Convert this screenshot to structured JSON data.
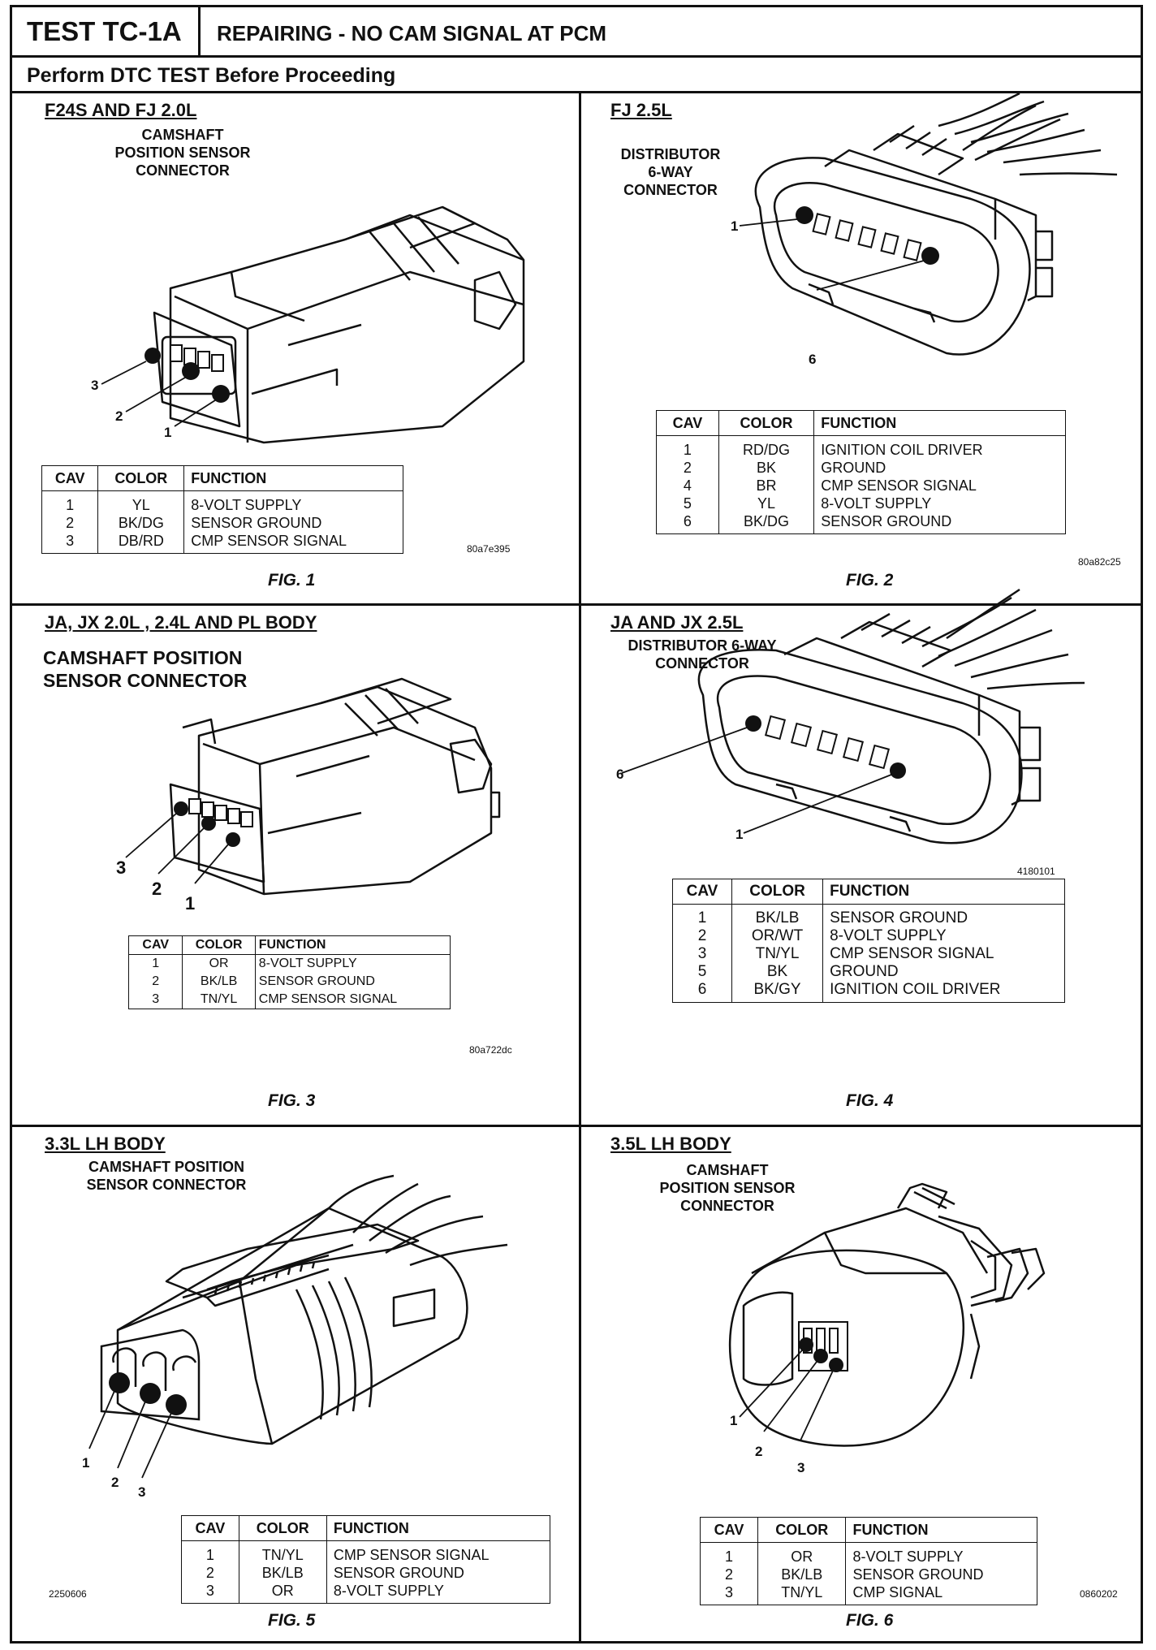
{
  "header": {
    "test_id": "TEST TC-1A",
    "title": "REPAIRING - NO CAM SIGNAL AT PCM",
    "subtitle": "Perform DTC TEST Before Proceeding"
  },
  "table_headers": {
    "cav": "CAV",
    "color": "COLOR",
    "function": "FUNCTION"
  },
  "figures": [
    {
      "title": "F24S AND FJ 2.0L",
      "label": "CAMSHAFT\nPOSITION SENSOR\nCONNECTOR",
      "callouts": [
        "3",
        "2",
        "1"
      ],
      "rows": [
        {
          "cav": "1",
          "color": "YL",
          "function": "8-VOLT SUPPLY"
        },
        {
          "cav": "2",
          "color": "BK/DG",
          "function": "SENSOR GROUND"
        },
        {
          "cav": "3",
          "color": "DB/RD",
          "function": "CMP SENSOR SIGNAL"
        }
      ],
      "code": "80a7e395",
      "caption": "FIG. 1"
    },
    {
      "title": "FJ 2.5L",
      "label": "DISTRIBUTOR\n6-WAY\nCONNECTOR",
      "callouts": [
        "1",
        "6"
      ],
      "rows": [
        {
          "cav": "1",
          "color": "RD/DG",
          "function": "IGNITION COIL DRIVER"
        },
        {
          "cav": "2",
          "color": "BK",
          "function": "GROUND"
        },
        {
          "cav": "4",
          "color": "BR",
          "function": "CMP SENSOR SIGNAL"
        },
        {
          "cav": "5",
          "color": "YL",
          "function": "8-VOLT SUPPLY"
        },
        {
          "cav": "6",
          "color": "BK/DG",
          "function": "SENSOR GROUND"
        }
      ],
      "code": "80a82c25",
      "caption": "FIG. 2"
    },
    {
      "title": "JA, JX 2.0L , 2.4L AND PL BODY",
      "label": "CAMSHAFT POSITION\nSENSOR CONNECTOR",
      "callouts": [
        "3",
        "2",
        "1"
      ],
      "rows": [
        {
          "cav": "1",
          "color": "OR",
          "function": "8-VOLT SUPPLY"
        },
        {
          "cav": "2",
          "color": "BK/LB",
          "function": "SENSOR GROUND"
        },
        {
          "cav": "3",
          "color": "TN/YL",
          "function": "CMP SENSOR SIGNAL"
        }
      ],
      "code": "80a722dc",
      "caption": "FIG. 3"
    },
    {
      "title": "JA AND JX 2.5L",
      "label": "DISTRIBUTOR 6-WAY\nCONNECTOR",
      "callouts": [
        "6",
        "1"
      ],
      "rows": [
        {
          "cav": "1",
          "color": "BK/LB",
          "function": "SENSOR GROUND"
        },
        {
          "cav": "2",
          "color": "OR/WT",
          "function": "8-VOLT SUPPLY"
        },
        {
          "cav": "3",
          "color": "TN/YL",
          "function": "CMP SENSOR SIGNAL"
        },
        {
          "cav": "5",
          "color": "BK",
          "function": "GROUND"
        },
        {
          "cav": "6",
          "color": "BK/GY",
          "function": "IGNITION COIL DRIVER"
        }
      ],
      "code": "4180101",
      "caption": "FIG. 4"
    },
    {
      "title": "3.3L LH BODY",
      "label": "CAMSHAFT POSITION\nSENSOR CONNECTOR",
      "callouts": [
        "1",
        "2",
        "3"
      ],
      "rows": [
        {
          "cav": "1",
          "color": "TN/YL",
          "function": "CMP SENSOR SIGNAL"
        },
        {
          "cav": "2",
          "color": "BK/LB",
          "function": "SENSOR GROUND"
        },
        {
          "cav": "3",
          "color": "OR",
          "function": "8-VOLT SUPPLY"
        }
      ],
      "code": "2250606",
      "caption": "FIG. 5"
    },
    {
      "title": "3.5L LH BODY",
      "label": "CAMSHAFT\nPOSITION SENSOR\nCONNECTOR",
      "callouts": [
        "1",
        "2",
        "3"
      ],
      "rows": [
        {
          "cav": "1",
          "color": "OR",
          "function": "8-VOLT SUPPLY"
        },
        {
          "cav": "2",
          "color": "BK/LB",
          "function": "SENSOR GROUND"
        },
        {
          "cav": "3",
          "color": "TN/YL",
          "function": "CMP SIGNAL"
        }
      ],
      "code": "0860202",
      "caption": "FIG. 6"
    }
  ]
}
